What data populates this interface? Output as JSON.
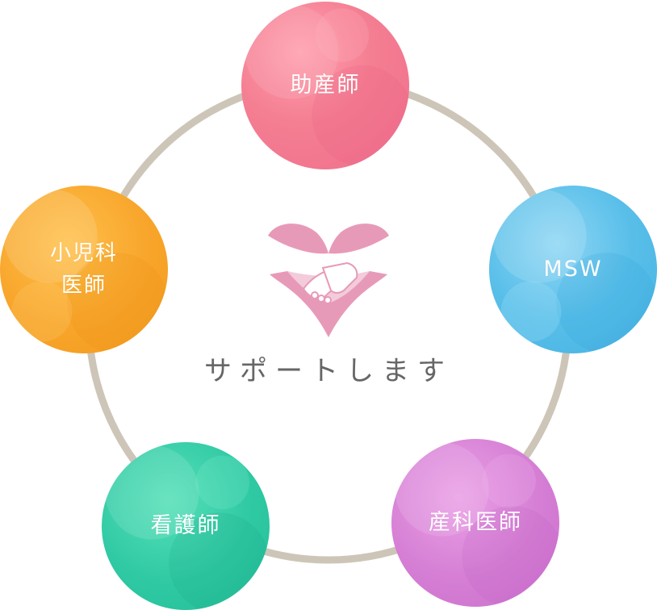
{
  "center": {
    "text": "サポートします",
    "icon": "heart-handshake-icon"
  },
  "nodes": {
    "midwife": "助産師",
    "msw": "MSW",
    "obgyn": "産科医師",
    "nurse": "看護師",
    "pediatric": "小児科\n医師"
  },
  "colors": {
    "ring": "#cdc6b8",
    "midwife": "#f47e92",
    "msw": "#59bfe9",
    "obgyn": "#d57ed4",
    "nurse": "#2fc9a3",
    "pediatric": "#f8a52b",
    "heart": "#e79ab8",
    "text": "#666666"
  }
}
